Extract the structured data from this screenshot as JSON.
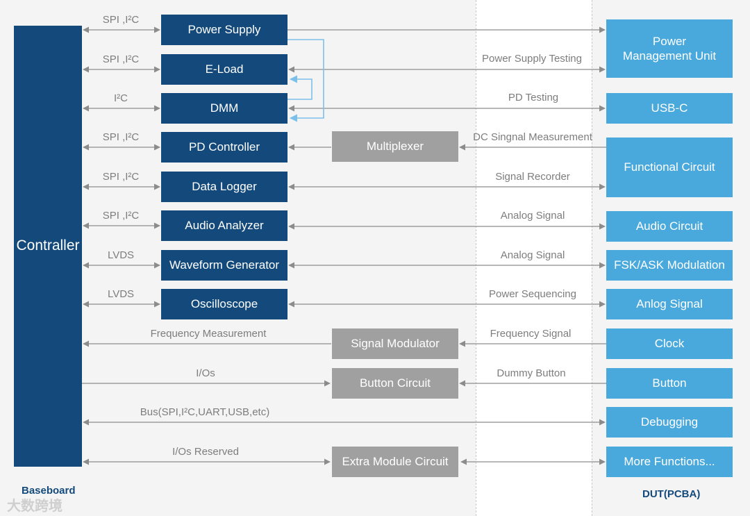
{
  "left_panel": {
    "title": "Baseboard"
  },
  "right_panel": {
    "title": "DUT(PCBA)"
  },
  "watermark": "大数跨境",
  "controller": {
    "label": "Contraller"
  },
  "instruments": [
    "Power Supply",
    "E-Load",
    "DMM",
    "PD Controller",
    "Data Logger",
    "Audio Analyzer",
    "Waveform Generator",
    "Oscilloscope"
  ],
  "bus_labels": {
    "power_supply": "SPI ,I²C",
    "e_load": "SPI ,I²C",
    "dmm": "I²C",
    "pd_controller": "SPI ,I²C",
    "data_logger": "SPI ,I²C",
    "audio_analyzer": "SPI ,I²C",
    "waveform_generator": "LVDS",
    "oscilloscope": "LVDS",
    "frequency_measurement": "Frequency Measurement",
    "ios": "I/Os",
    "bus": "Bus(SPI,I²C,UART,USB,etc)",
    "ios_reserved": "I/Os Reserved"
  },
  "middle_modules": {
    "multiplexer": "Multiplexer",
    "signal_modulator": "Signal Modulator",
    "button_circuit": "Button Circuit",
    "extra_module": "Extra Module Circuit"
  },
  "dut_blocks": [
    "Power Management Unit",
    "USB-C",
    "Functional Circuit",
    "Audio Circuit",
    "FSK/ASK Modulation",
    "Anlog Signal",
    "Clock",
    "Button",
    "Debugging",
    "More Functions..."
  ],
  "signal_labels": {
    "power_supply_testing": "Power Supply Testing",
    "pd_testing": "PD Testing",
    "dc_signal_measurement": "DC Singnal Measurement",
    "signal_recorder": "Signal Recorder",
    "analog_signal_1": "Analog Signal",
    "analog_signal_2": "Analog Signal",
    "power_sequencing": "Power Sequencing",
    "frequency_signal": "Frequency Signal",
    "dummy_button": "Dummy Button"
  },
  "colors": {
    "dark_block": "#134a7b",
    "light_block": "#4aa9dc",
    "gray_block": "#a0a0a0",
    "arrow": "#8c8c8c",
    "feedback_arrow": "#7cc0ea"
  }
}
